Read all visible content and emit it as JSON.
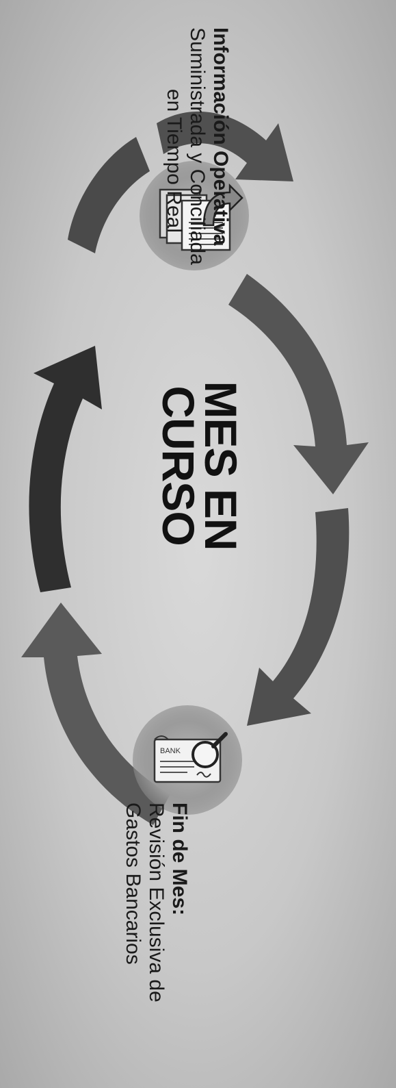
{
  "center": {
    "line1": "MES EN",
    "line2": "CURSO"
  },
  "right_label": {
    "heading": "Fin de Mes:",
    "line1": "Revisión Exclusiva de",
    "line2": "Gastos Bancarios"
  },
  "left_label": {
    "heading": "Información Operativa",
    "line1": "Suministrada y Conciliada",
    "line2": "en Tiempo Real"
  },
  "bank_icon_text": "BANK",
  "colors": {
    "arrow": "#4a4a4a",
    "arrow_dark": "#2e2e2e",
    "icon_bg": "#9a9a9a",
    "text": "#111111"
  },
  "icons": [
    "bank-statement-magnifier-icon",
    "documents-upload-icon"
  ]
}
